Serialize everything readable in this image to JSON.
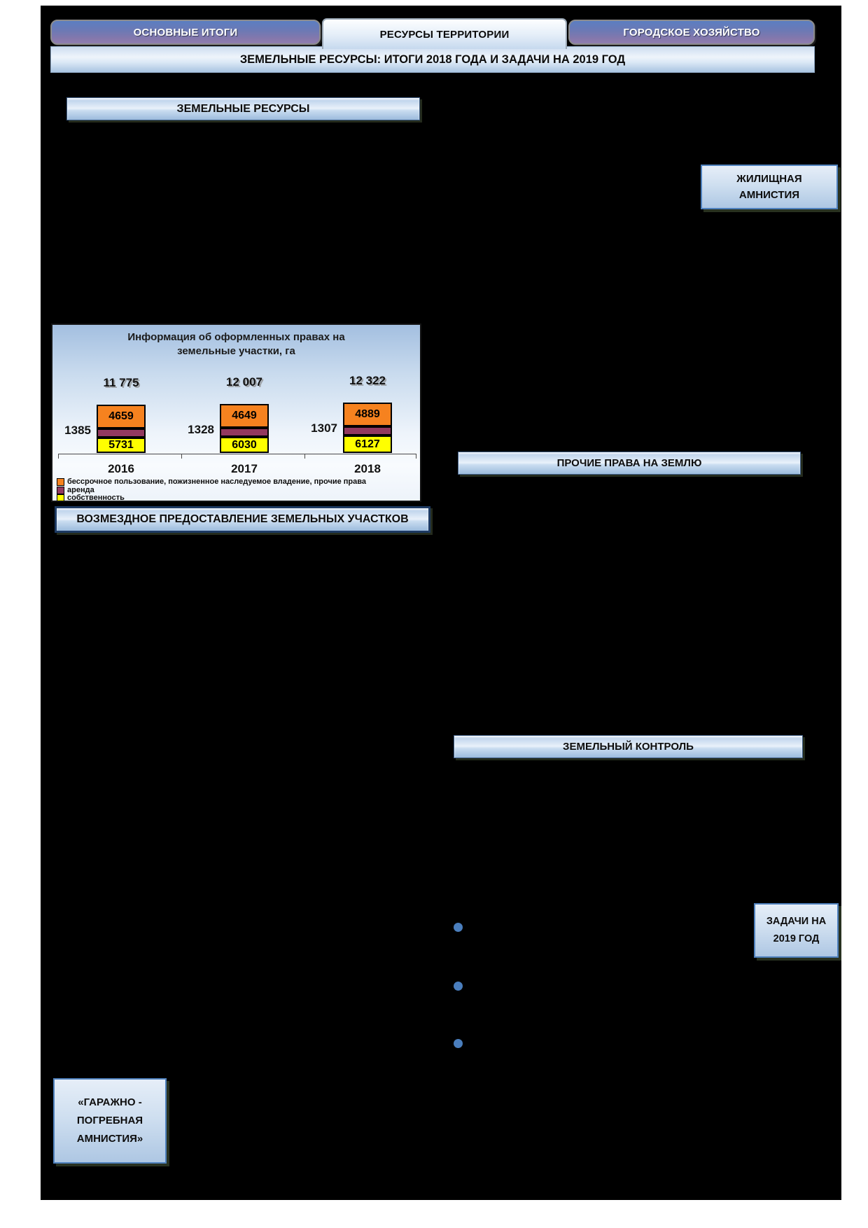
{
  "tabs": [
    {
      "label": "ОСНОВНЫЕ ИТОГИ",
      "active": false
    },
    {
      "label": "РЕСУРСЫ ТЕРРИТОРИИ",
      "active": true
    },
    {
      "label": "ГОРОДСКОЕ ХОЗЯЙСТВО",
      "active": false
    }
  ],
  "header": {
    "title": "ЗЕМЕЛЬНЫЕ РЕСУРСЫ: ИТОГИ 2018 ГОДА И ЗАДАЧИ НА 2019 ГОД"
  },
  "sections": {
    "land_resources": "ЗЕМЕЛЬНЫЕ РЕСУРСЫ",
    "housing_amnesty": "ЖИЛИЩНАЯ\nАМНИСТИЯ",
    "other_land_rights": "ПРОЧИЕ ПРАВА НА ЗЕМЛЮ",
    "paid_land_provision": "ВОЗМЕЗДНОЕ ПРЕДОСТАВЛЕНИЕ ЗЕМЕЛЬНЫХ УЧАСТКОВ",
    "land_control": "ЗЕМЕЛЬНЫЙ КОНТРОЛЬ",
    "tasks_2019": "ЗАДАЧИ НА\n2019 ГОД",
    "garage_amnesty": "«ГАРАЖНО -\nПОГРЕБНАЯ\nАМНИСТИЯ»"
  },
  "chart_data": {
    "type": "bar",
    "stacked": true,
    "title": "Информация об оформленных правах на\nземельные участки, га",
    "categories": [
      "2016",
      "2017",
      "2018"
    ],
    "series": [
      {
        "name": "собственность",
        "color": "#FFFF00",
        "values": [
          5731,
          6030,
          6127
        ]
      },
      {
        "name": "аренда",
        "color": "#93395F",
        "values": [
          1385,
          1328,
          1307
        ]
      },
      {
        "name": "бессрочное пользование, пожизненное наследуемое владение, прочие права",
        "color": "#F6821F",
        "values": [
          4659,
          4649,
          4889
        ]
      }
    ],
    "totals_display": [
      "11 775",
      "12 007",
      "12 322"
    ],
    "legend_position": "bottom-left",
    "grid": false,
    "unit": "га"
  },
  "bullets": {
    "count": 3
  },
  "colors": {
    "bullet": "#4A7EBD",
    "box_border": "#4F81BD",
    "bar_orange": "#F6821F",
    "bar_plum": "#93395F",
    "bar_yellow": "#FFFF00"
  }
}
